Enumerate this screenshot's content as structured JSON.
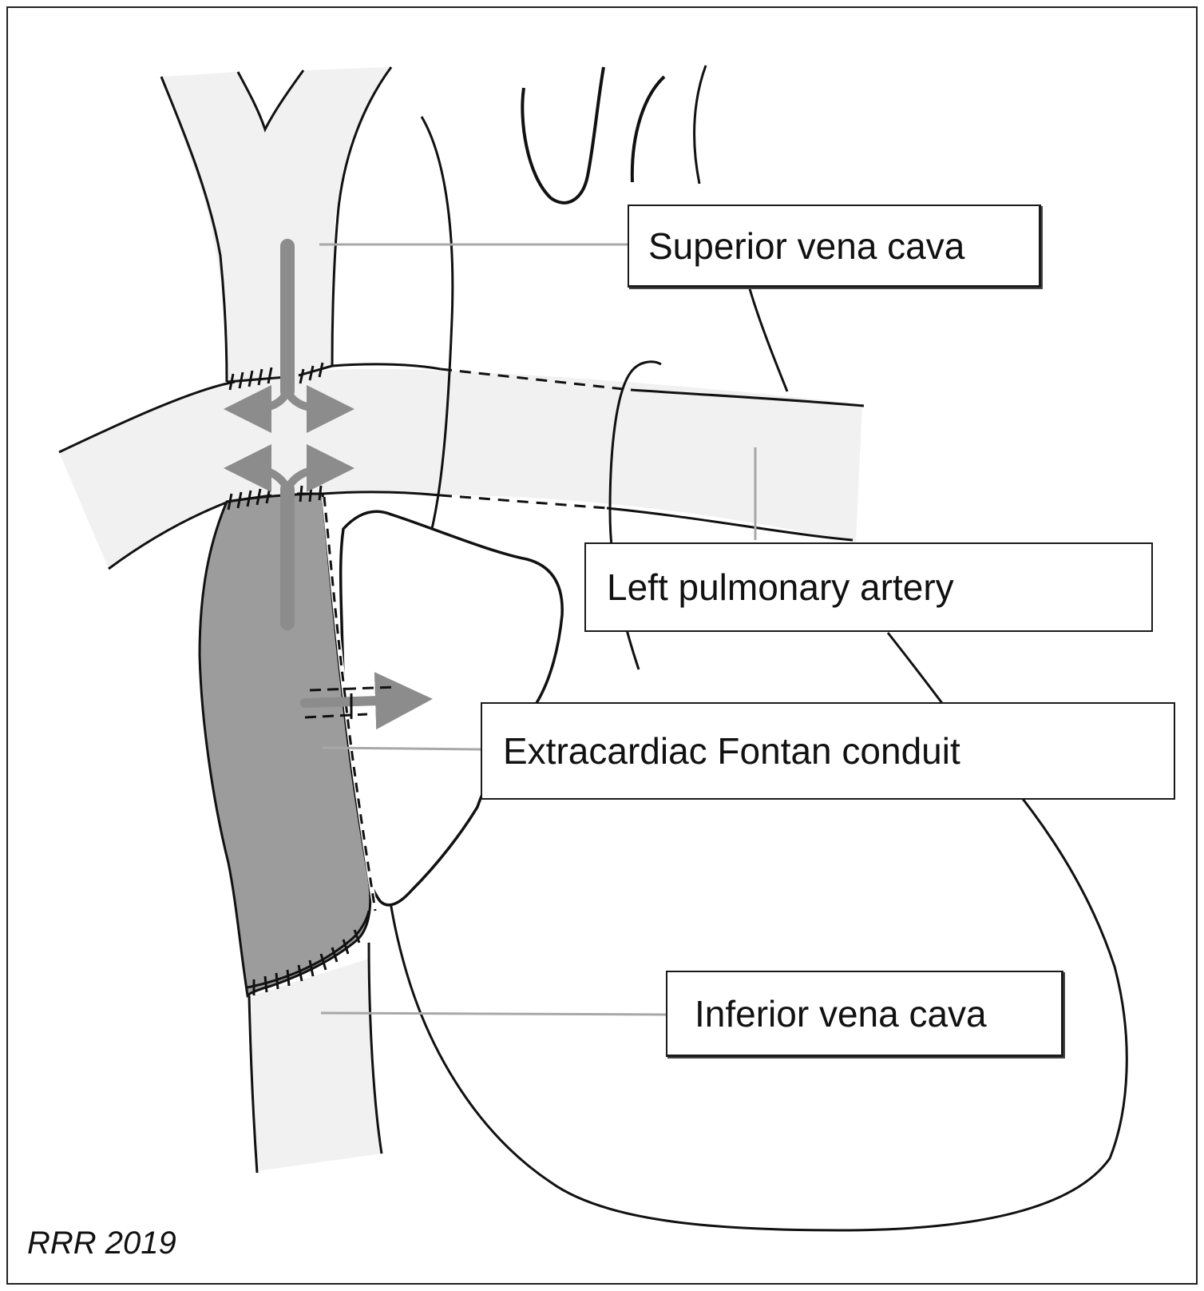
{
  "labels": {
    "superior_vena_cava": "Superior vena cava",
    "left_pulmonary_artery": "Left pulmonary artery",
    "extracardiac_fontan_conduit": "Extracardiac Fontan conduit",
    "inferior_vena_cava": "Inferior vena cava"
  },
  "credit": "RRR 2019",
  "colors": {
    "vessel_fill": "#f1f1f1",
    "conduit_fill": "#9c9c9c",
    "flow_arrow": "#8c8c8c",
    "outline": "#111111",
    "leader_line": "#a8a8a8"
  }
}
